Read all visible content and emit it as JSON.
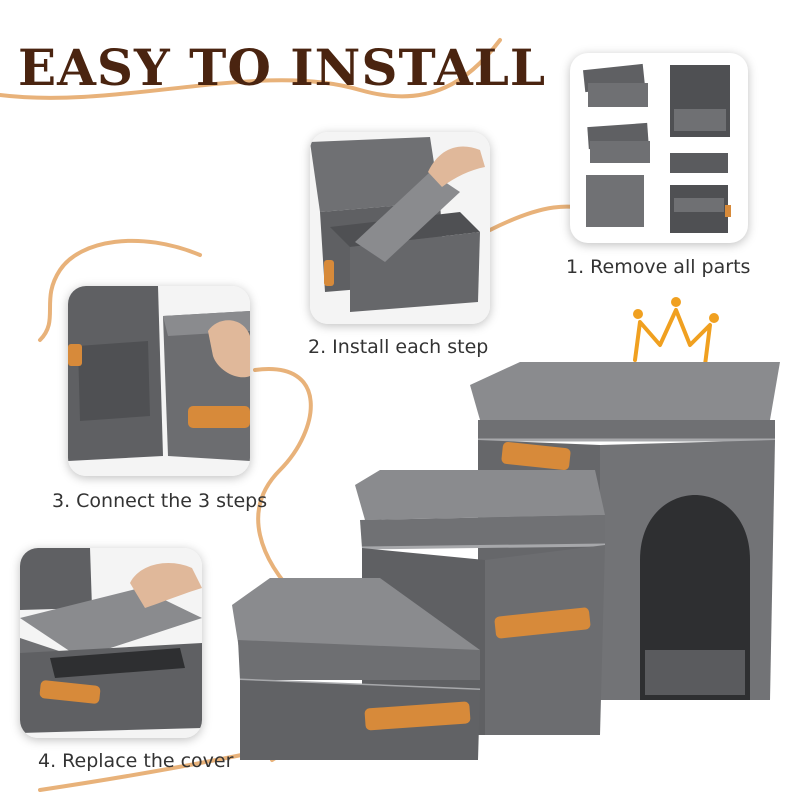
{
  "title": "EASY TO INSTALL",
  "colors": {
    "title": "#4a2410",
    "curve": "#e8b27a",
    "felt": "#6f7073",
    "felt_dark": "#4f5053",
    "felt_light": "#8a8b8e",
    "handle": "#d78a3a",
    "crown": "#f0a020"
  },
  "steps": [
    {
      "label": "1. Remove all parts"
    },
    {
      "label": "2. Install each step"
    },
    {
      "label": "3. Connect the 3 steps"
    },
    {
      "label": "4. Replace the cover"
    }
  ],
  "icons": [
    "crown-icon",
    "arrow-icon"
  ]
}
